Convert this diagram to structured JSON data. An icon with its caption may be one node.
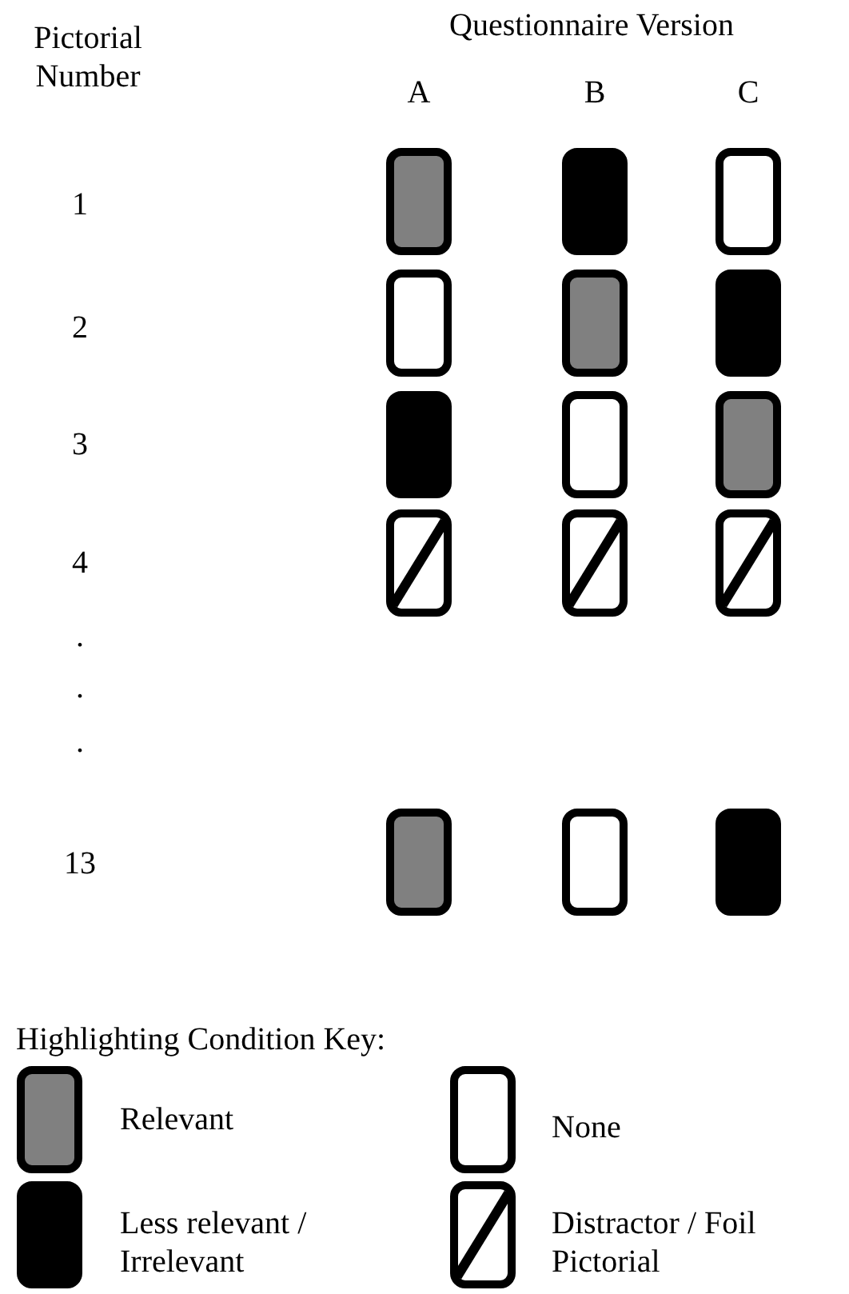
{
  "diagram": {
    "labels": [
      "Pictorial Number",
      "Questionnaire Version",
      "A",
      "B",
      "C",
      "1",
      "2",
      "3",
      "4",
      ".",
      ".",
      ".",
      "13",
      "Highlighting Condition Key:"
    ],
    "legend": [
      {
        "text": "Relevant",
        "color": "#808080"
      },
      {
        "text": "None",
        "color": "#ffffff"
      },
      {
        "text": "Less relevant / Irrelevant",
        "color": "#000000"
      },
      {
        "text": "Distractor / Foil Pictorial"
      }
    ]
  }
}
